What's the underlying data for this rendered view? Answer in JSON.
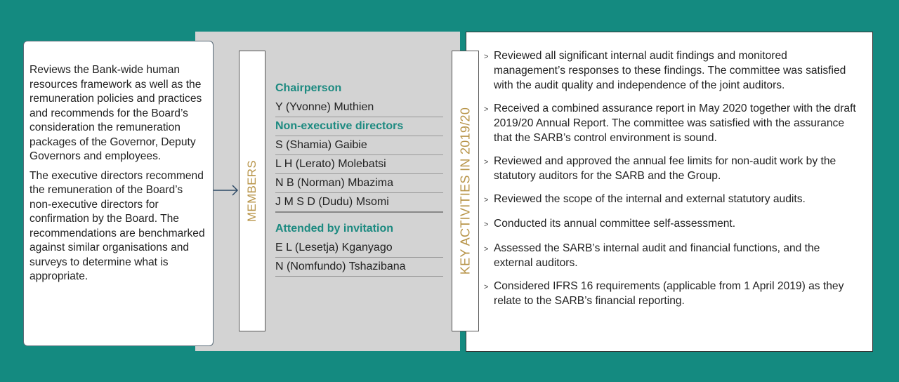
{
  "description_box": {
    "paragraphs": [
      "Reviews the Bank-wide human resources framework as well as the remuneration policies and practices and recommends for the Board’s consideration the remuneration packages of the Governor, Deputy Governors and employees.",
      "The executive directors recommend the remuneration of the Board’s non-executive directors for confirmation by the Board. The recommendations are benchmarked against similar organisations and surveys to determine what is appropriate."
    ]
  },
  "members": {
    "label": "MEMBERS",
    "chairperson_heading": "Chairperson",
    "chairperson": [
      "Y (Yvonne) Muthien"
    ],
    "ned_heading": "Non-executive directors",
    "ned": [
      "S (Shamia) Gaibie",
      "L H (Lerato) Molebatsi",
      "N B (Norman) Mbazima",
      "J M S D (Dudu) Msomi"
    ],
    "invitation_heading": "Attended by invitation",
    "invitation": [
      "E L (Lesetja) Kganyago",
      "N (Nomfundo) Tshazibana"
    ]
  },
  "key_activities": {
    "label": "KEY ACTIVITIES IN 2019/20",
    "bullet": ">",
    "items": [
      "Reviewed all significant internal audit findings and monitored management’s responses to these findings. The committee was satisfied with the audit quality and independence of the joint auditors.",
      "Received a combined assurance report in May 2020 together with the draft 2019/20 Annual Report. The committee was satisfied with the assurance that the SARB’s control environment is sound.",
      "Reviewed and approved the annual fee limits for non-audit work by the statutory auditors for the SARB and the Group.",
      "Reviewed the scope of the internal and external statutory audits.",
      "Conducted its annual committee self-assessment.",
      "Assessed the SARB’s internal audit and financial functions, and the external auditors.",
      "Considered IFRS 16 requirements (applicable from 1 April 2019) as they relate to the SARB’s financial reporting."
    ]
  }
}
